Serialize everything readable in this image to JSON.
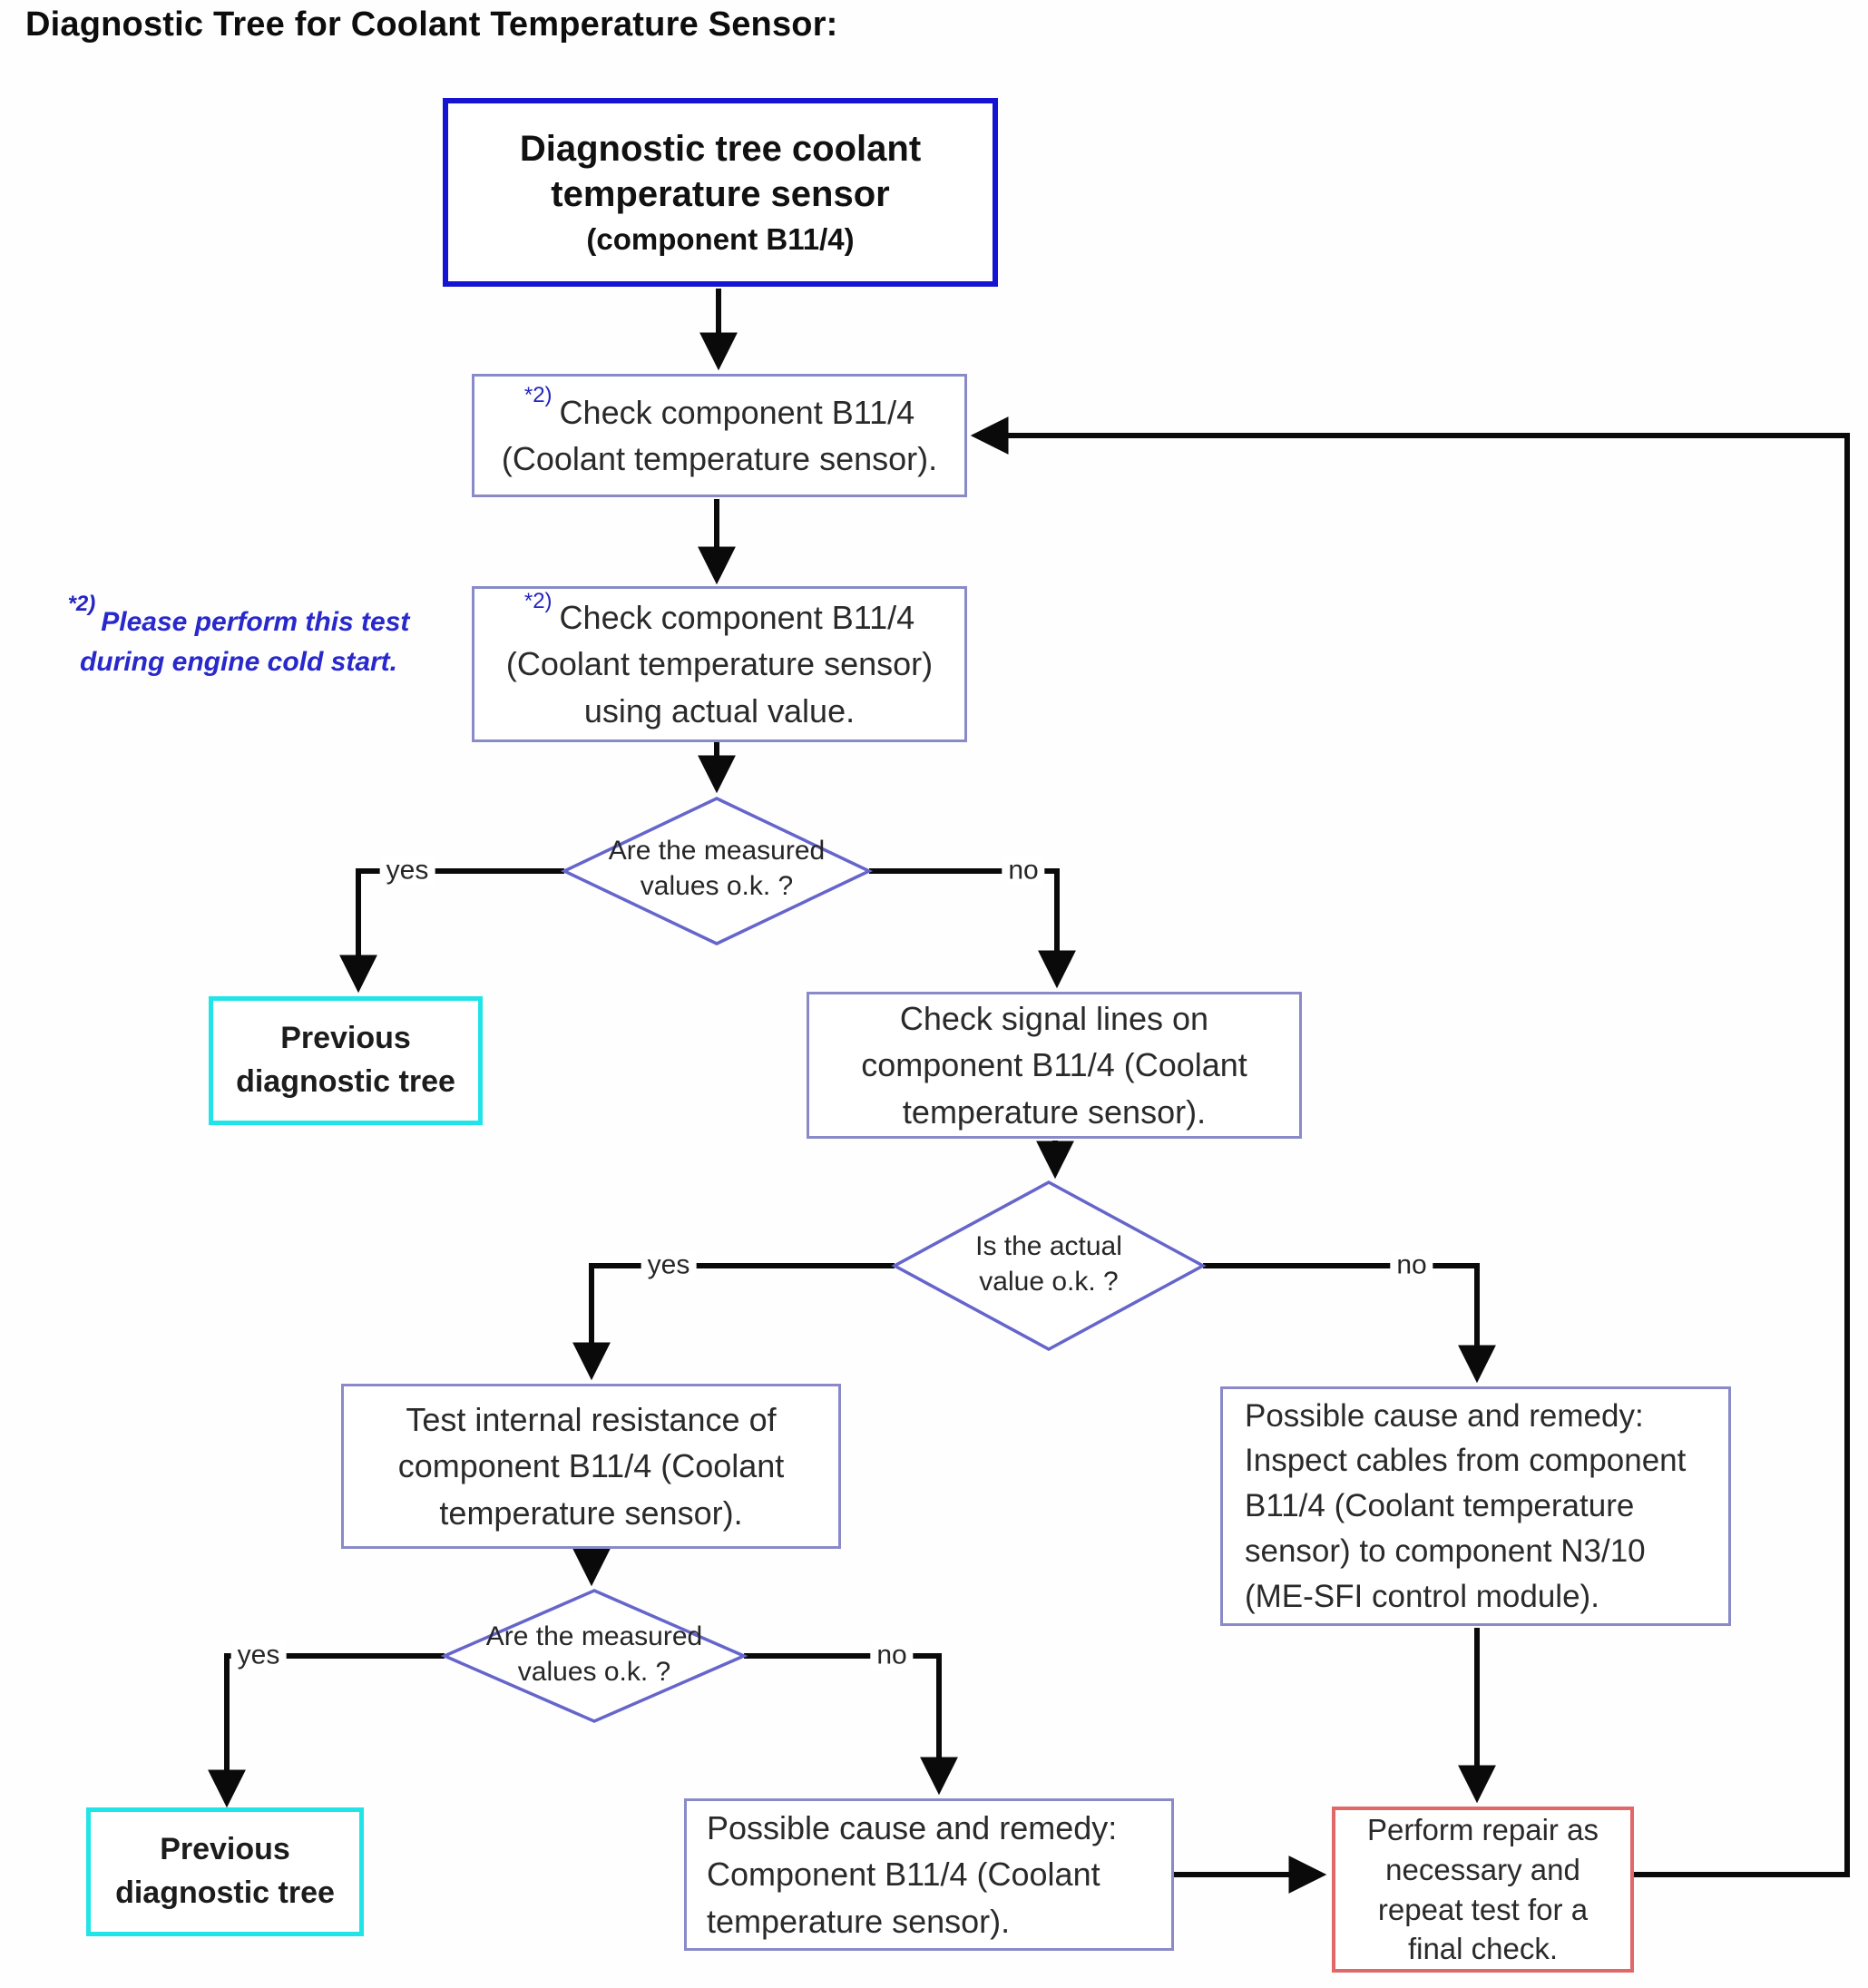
{
  "title": "Diagnostic Tree for Coolant Temperature Sensor:",
  "colors": {
    "top_box_border": "#1414d2",
    "process_box_border": "#8a8ac9",
    "decision_border": "#6565cc",
    "terminal_border": "#20e4e8",
    "repair_border": "#e06868",
    "footnote_blue": "#2525c0",
    "line_black": "#0a0a0a"
  },
  "nodes": {
    "top": {
      "line1": "Diagnostic tree coolant",
      "line2": "temperature sensor",
      "line3": "(component B11/4)"
    },
    "check1": {
      "sup": "*2)",
      "line1": "Check component B11/4",
      "line2": "(Coolant temperature sensor)."
    },
    "check2": {
      "sup": "*2)",
      "line1": "Check component B11/4",
      "line2": "(Coolant temperature sensor)",
      "line3": "using actual value."
    },
    "note": {
      "sup": "*2)",
      "line1": "Please perform this test",
      "line2": "during engine cold start."
    },
    "decision1": {
      "line1": "Are the measured",
      "line2": "values o.k. ?"
    },
    "previous1": {
      "line1": "Previous",
      "line2": "diagnostic tree"
    },
    "signal": {
      "line1": "Check signal lines on",
      "line2": "component B11/4 (Coolant",
      "line3": "temperature sensor)."
    },
    "decision2": {
      "line1": "Is the actual",
      "line2": "value o.k. ?"
    },
    "resistance": {
      "line1": "Test internal resistance of",
      "line2": "component B11/4 (Coolant",
      "line3": "temperature sensor)."
    },
    "inspect": {
      "line1": "Possible cause and remedy:",
      "line2": "Inspect cables from component",
      "line3": "B11/4 (Coolant temperature",
      "line4": "sensor) to component N3/10",
      "line5": "(ME-SFI control module)."
    },
    "decision3": {
      "line1": "Are the measured",
      "line2": "values o.k. ?"
    },
    "previous2": {
      "line1": "Previous",
      "line2": "diagnostic tree"
    },
    "cause": {
      "line1": "Possible cause and remedy:",
      "line2": "Component B11/4 (Coolant",
      "line3": "temperature sensor)."
    },
    "repair": {
      "line1": "Perform repair as",
      "line2": "necessary and",
      "line3": "repeat test for a",
      "line4": "final check."
    }
  },
  "labels": {
    "yes1": "yes",
    "no1": "no",
    "yes2": "yes",
    "no2": "no",
    "yes3": "yes",
    "no3": "no"
  }
}
